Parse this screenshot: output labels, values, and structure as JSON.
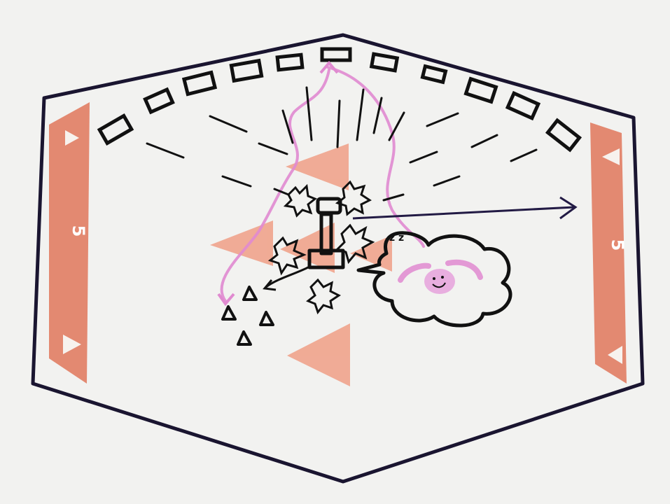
{
  "game": {
    "left_panel": {
      "score_label": "5"
    },
    "right_panel": {
      "score_label": "5"
    },
    "player": {
      "sleep_label": "z z"
    },
    "colors": {
      "ink": "#111111",
      "panel": "#e07a5f",
      "panel_dark": "#d2654a",
      "triangle": "#f0a58e",
      "trail": "#e08ad0",
      "cloud_face": "#e6a2dc",
      "board_edge": "#2a1f4a"
    }
  }
}
